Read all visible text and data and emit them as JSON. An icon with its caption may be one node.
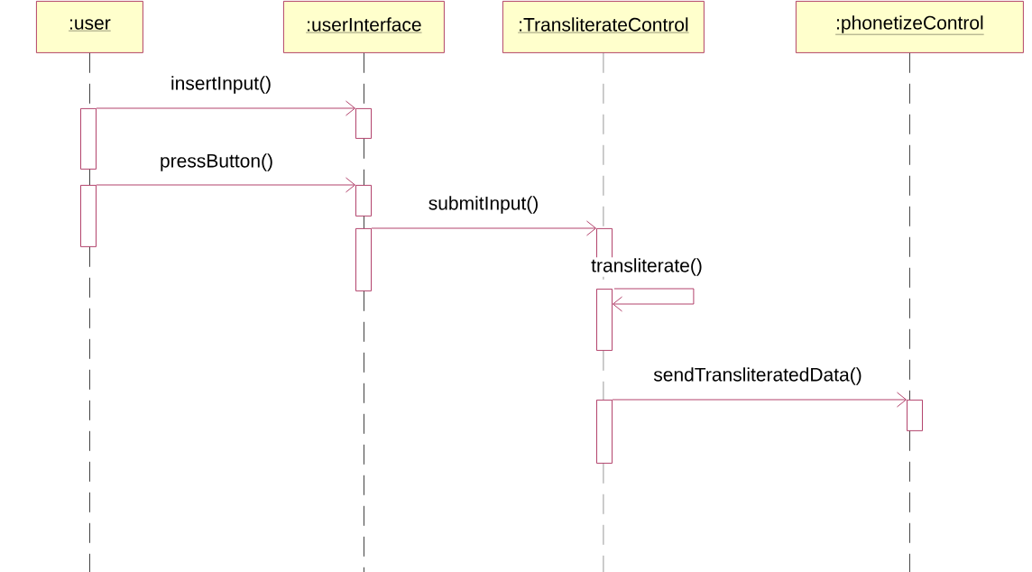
{
  "diagram": {
    "nodes": [
      {
        "text": [
          ":user"
        ]
      },
      {
        "text": [
          ":userInterface"
        ]
      },
      {
        "text": [
          ":TransliterateControl"
        ]
      },
      {
        "text": [
          ":phonetizeControl"
        ]
      },
      {
        "text": [],
        "shape": "bar"
      },
      {
        "text": [],
        "shape": "bar"
      },
      {
        "text": [],
        "shape": "bar"
      },
      {
        "text": [],
        "shape": "bar"
      },
      {
        "text": [],
        "shape": "bar"
      },
      {
        "text": [],
        "shape": "bar"
      },
      {
        "text": [],
        "shape": "bar"
      },
      {
        "text": [],
        "shape": "bar"
      },
      {
        "text": [],
        "shape": "bar"
      }
    ],
    "edges": [
      {
        "from": 0,
        "to": null,
        "arrow": "none",
        "style": "dashed",
        "color": "#000000"
      },
      {
        "from": 1,
        "to": null,
        "arrow": "none",
        "style": "dashed",
        "color": "#000000"
      },
      {
        "from": 2,
        "to": null,
        "arrow": "none",
        "style": "dashed",
        "color": "#000000"
      },
      {
        "from": 3,
        "to": null,
        "arrow": "none",
        "style": "dashed",
        "color": "#000000"
      },
      {
        "from": 4,
        "to": 6,
        "arrow": "to",
        "label": "insertInput()"
      },
      {
        "from": 5,
        "to": 7,
        "arrow": "to",
        "label": "pressButton()"
      },
      {
        "from": 8,
        "to": 9,
        "arrow": "to",
        "label": "submitInput()"
      },
      {
        "from": 10,
        "to": 10,
        "arrow": "to",
        "label": "transliterate()"
      },
      {
        "from": 11,
        "to": 12,
        "arrow": "to",
        "label": "sendTransliteratedData()"
      }
    ]
  }
}
